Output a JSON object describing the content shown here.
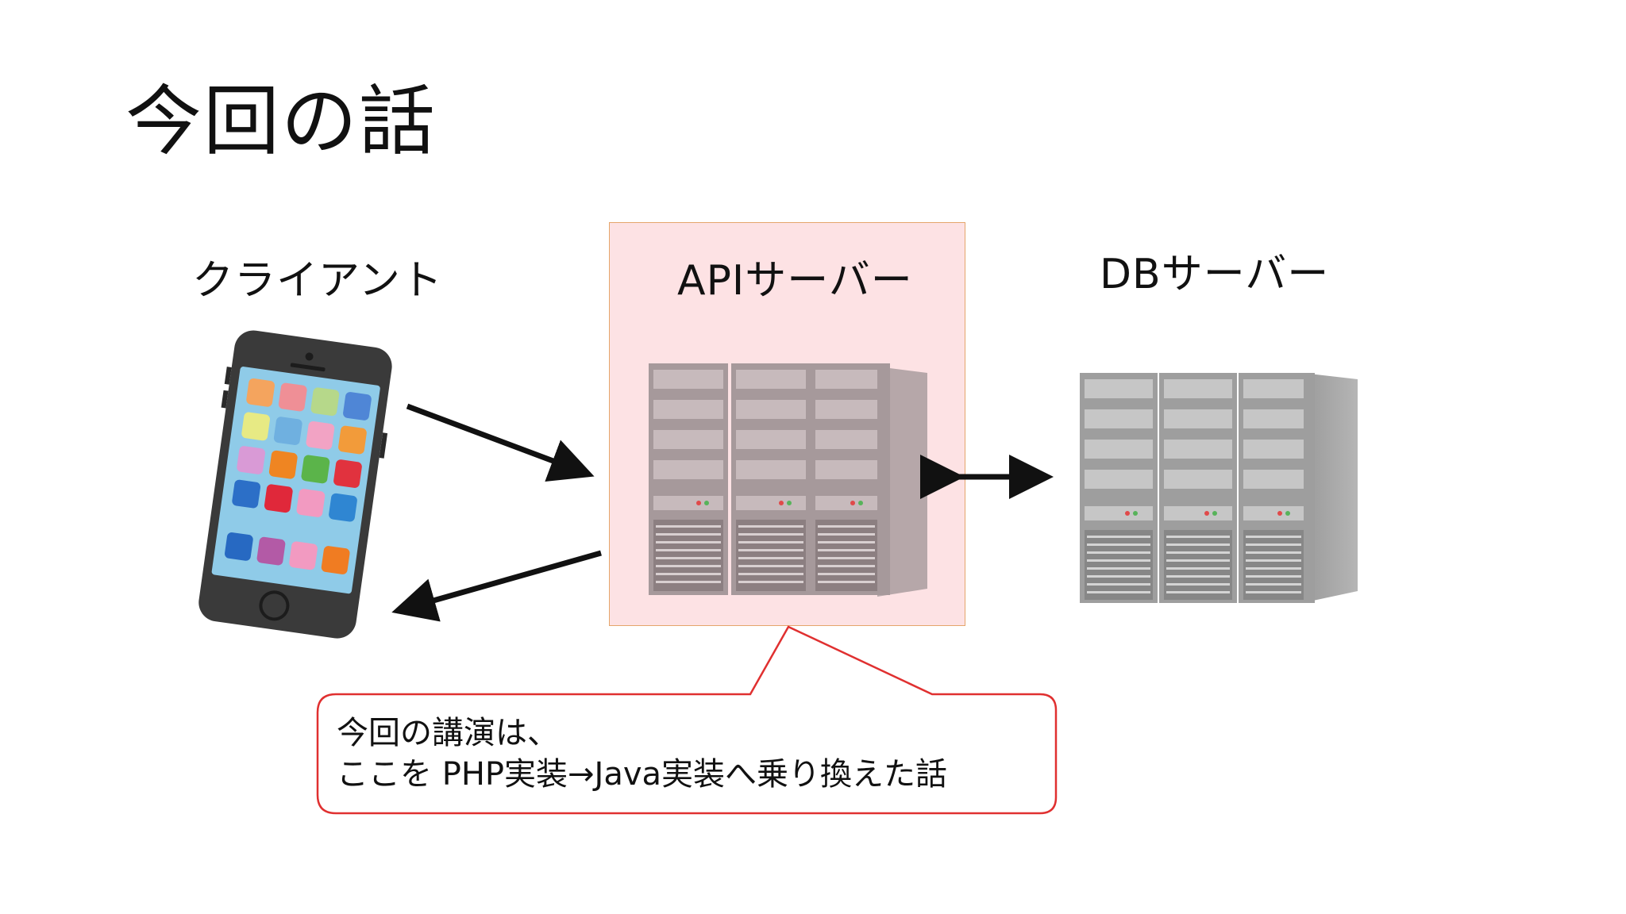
{
  "slide": {
    "title": "今回の話"
  },
  "labels": {
    "client": "クライアント",
    "api_server": "APIサーバー",
    "db_server": "DBサーバー"
  },
  "callout": {
    "line1": "今回の講演は、",
    "line2": "ここを PHP実装→Java実装へ乗り換えた話"
  },
  "colors": {
    "api_box_fill": "#fde2e4",
    "api_box_border": "#e5a56b",
    "callout_border": "#e03030",
    "arrow": "#111111"
  },
  "icons": {
    "client": "smartphone-icon",
    "api_server": "server-rack-icon",
    "db_server": "server-rack-icon"
  }
}
